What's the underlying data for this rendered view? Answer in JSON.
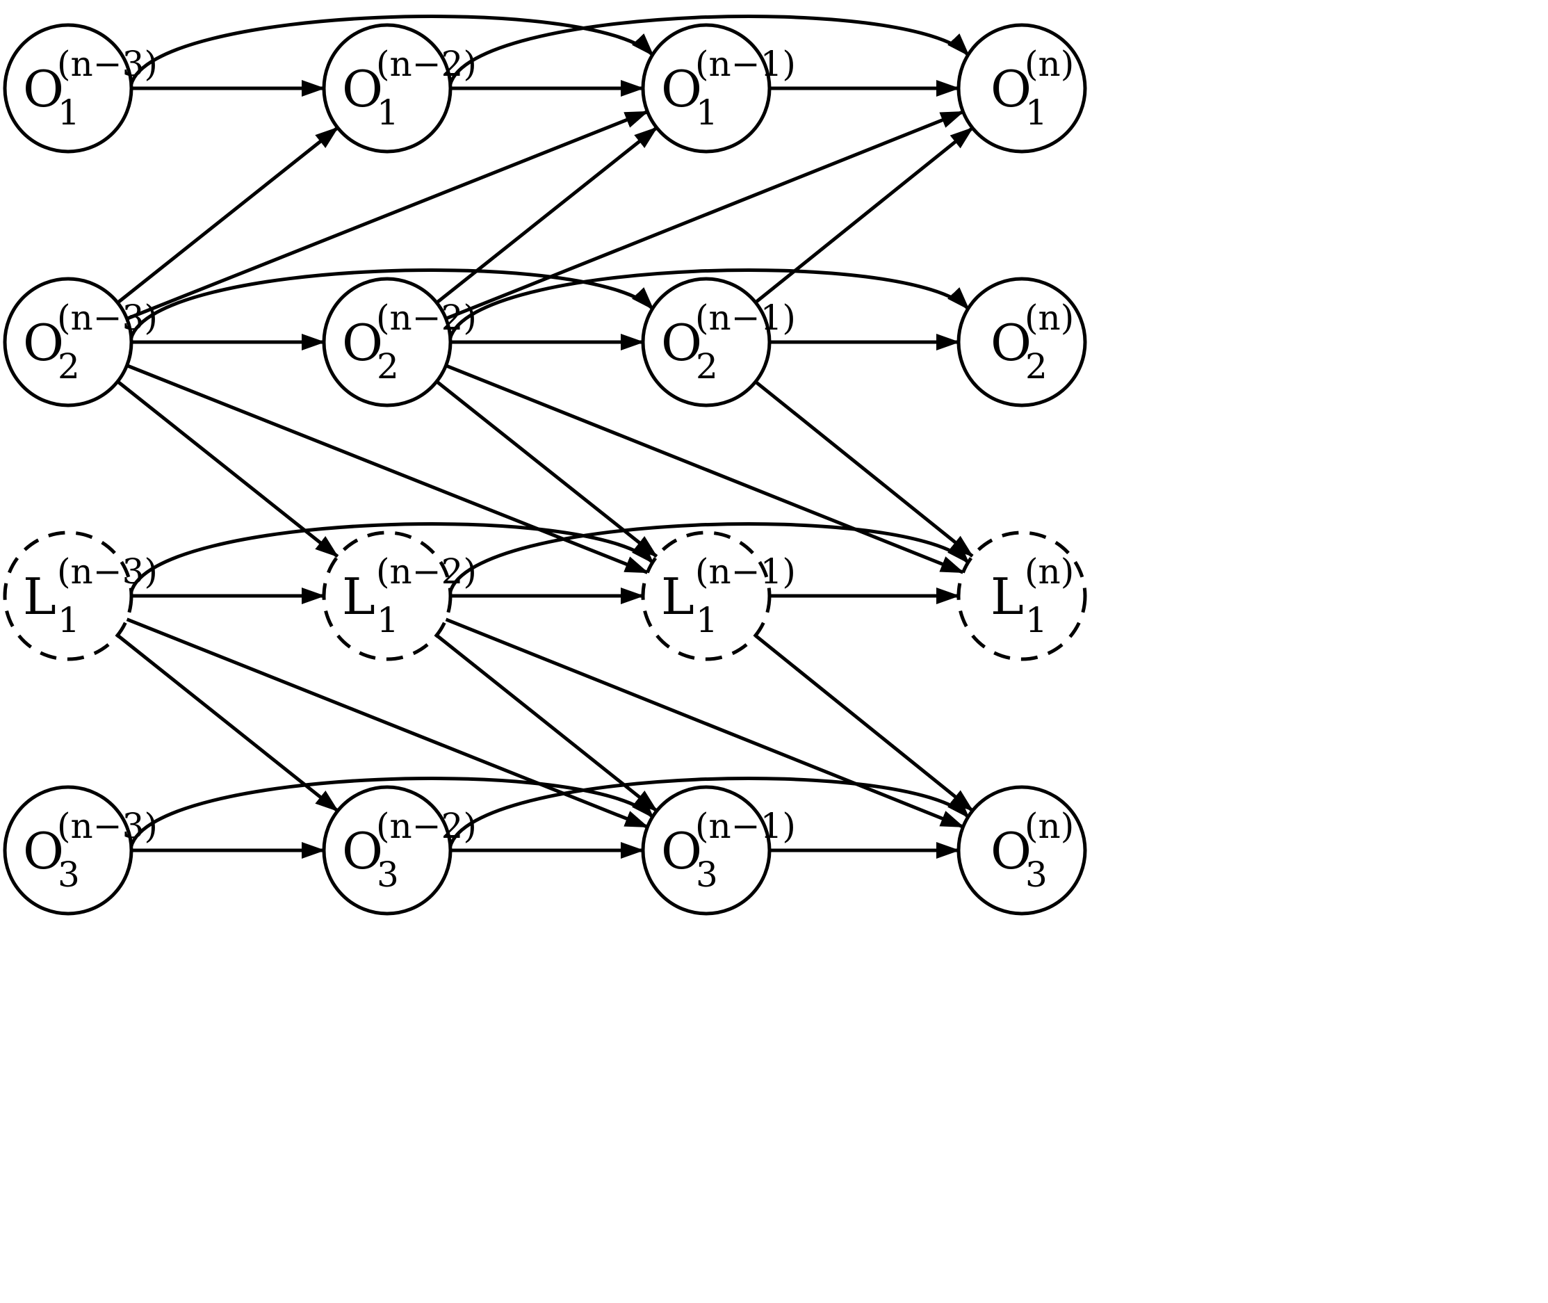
{
  "colors": {
    "stroke": "#000000",
    "background": "#ffffff"
  },
  "columns": [
    "(n−3)",
    "(n−2)",
    "(n−1)",
    "(n)"
  ],
  "rows": [
    {
      "id": "o1",
      "base": "O",
      "sub": "1",
      "latent": false
    },
    {
      "id": "o2",
      "base": "O",
      "sub": "2",
      "latent": false
    },
    {
      "id": "l1",
      "base": "L",
      "sub": "1",
      "latent": true
    },
    {
      "id": "o3",
      "base": "O",
      "sub": "3",
      "latent": false
    }
  ],
  "nodes": [
    {
      "id": "o1-0",
      "row": 0,
      "col": 0,
      "base": "O",
      "sub": "1",
      "sup": "(n−3)",
      "latent": false
    },
    {
      "id": "o1-1",
      "row": 0,
      "col": 1,
      "base": "O",
      "sub": "1",
      "sup": "(n−2)",
      "latent": false
    },
    {
      "id": "o1-2",
      "row": 0,
      "col": 2,
      "base": "O",
      "sub": "1",
      "sup": "(n−1)",
      "latent": false
    },
    {
      "id": "o1-3",
      "row": 0,
      "col": 3,
      "base": "O",
      "sub": "1",
      "sup": "(n)",
      "latent": false
    },
    {
      "id": "o2-0",
      "row": 1,
      "col": 0,
      "base": "O",
      "sub": "2",
      "sup": "(n−3)",
      "latent": false
    },
    {
      "id": "o2-1",
      "row": 1,
      "col": 1,
      "base": "O",
      "sub": "2",
      "sup": "(n−2)",
      "latent": false
    },
    {
      "id": "o2-2",
      "row": 1,
      "col": 2,
      "base": "O",
      "sub": "2",
      "sup": "(n−1)",
      "latent": false
    },
    {
      "id": "o2-3",
      "row": 1,
      "col": 3,
      "base": "O",
      "sub": "2",
      "sup": "(n)",
      "latent": false
    },
    {
      "id": "l1-0",
      "row": 2,
      "col": 0,
      "base": "L",
      "sub": "1",
      "sup": "(n−3)",
      "latent": true
    },
    {
      "id": "l1-1",
      "row": 2,
      "col": 1,
      "base": "L",
      "sub": "1",
      "sup": "(n−2)",
      "latent": true
    },
    {
      "id": "l1-2",
      "row": 2,
      "col": 2,
      "base": "L",
      "sub": "1",
      "sup": "(n−1)",
      "latent": true
    },
    {
      "id": "l1-3",
      "row": 2,
      "col": 3,
      "base": "L",
      "sub": "1",
      "sup": "(n)",
      "latent": true
    },
    {
      "id": "o3-0",
      "row": 3,
      "col": 0,
      "base": "O",
      "sub": "3",
      "sup": "(n−3)",
      "latent": false
    },
    {
      "id": "o3-1",
      "row": 3,
      "col": 1,
      "base": "O",
      "sub": "3",
      "sup": "(n−2)",
      "latent": false
    },
    {
      "id": "o3-2",
      "row": 3,
      "col": 2,
      "base": "O",
      "sub": "3",
      "sup": "(n−1)",
      "latent": false
    },
    {
      "id": "o3-3",
      "row": 3,
      "col": 3,
      "base": "O",
      "sub": "3",
      "sup": "(n)",
      "latent": false
    }
  ],
  "edges": [
    {
      "from": "o1-0",
      "to": "o1-1",
      "curved": false
    },
    {
      "from": "o1-1",
      "to": "o1-2",
      "curved": false
    },
    {
      "from": "o1-2",
      "to": "o1-3",
      "curved": false
    },
    {
      "from": "o1-0",
      "to": "o1-2",
      "curved": true
    },
    {
      "from": "o1-1",
      "to": "o1-3",
      "curved": true
    },
    {
      "from": "o2-0",
      "to": "o2-1",
      "curved": false
    },
    {
      "from": "o2-1",
      "to": "o2-2",
      "curved": false
    },
    {
      "from": "o2-2",
      "to": "o2-3",
      "curved": false
    },
    {
      "from": "o2-0",
      "to": "o2-2",
      "curved": true
    },
    {
      "from": "o2-1",
      "to": "o2-3",
      "curved": true
    },
    {
      "from": "l1-0",
      "to": "l1-1",
      "curved": false
    },
    {
      "from": "l1-1",
      "to": "l1-2",
      "curved": false
    },
    {
      "from": "l1-2",
      "to": "l1-3",
      "curved": false
    },
    {
      "from": "l1-0",
      "to": "l1-2",
      "curved": true
    },
    {
      "from": "l1-1",
      "to": "l1-3",
      "curved": true
    },
    {
      "from": "o3-0",
      "to": "o3-1",
      "curved": false
    },
    {
      "from": "o3-1",
      "to": "o3-2",
      "curved": false
    },
    {
      "from": "o3-2",
      "to": "o3-3",
      "curved": false
    },
    {
      "from": "o3-0",
      "to": "o3-2",
      "curved": true
    },
    {
      "from": "o3-1",
      "to": "o3-3",
      "curved": true
    },
    {
      "from": "o2-0",
      "to": "o1-1",
      "curved": false
    },
    {
      "from": "o2-0",
      "to": "o1-2",
      "curved": false
    },
    {
      "from": "o2-1",
      "to": "o1-2",
      "curved": false
    },
    {
      "from": "o2-1",
      "to": "o1-3",
      "curved": false
    },
    {
      "from": "o2-2",
      "to": "o1-3",
      "curved": false
    },
    {
      "from": "o2-0",
      "to": "l1-1",
      "curved": false
    },
    {
      "from": "o2-0",
      "to": "l1-2",
      "curved": false
    },
    {
      "from": "o2-1",
      "to": "l1-2",
      "curved": false
    },
    {
      "from": "o2-1",
      "to": "l1-3",
      "curved": false
    },
    {
      "from": "o2-2",
      "to": "l1-3",
      "curved": false
    },
    {
      "from": "l1-0",
      "to": "o3-1",
      "curved": false
    },
    {
      "from": "l1-0",
      "to": "o3-2",
      "curved": false
    },
    {
      "from": "l1-1",
      "to": "o3-2",
      "curved": false
    },
    {
      "from": "l1-1",
      "to": "o3-3",
      "curved": false
    },
    {
      "from": "l1-2",
      "to": "o3-3",
      "curved": false
    }
  ]
}
